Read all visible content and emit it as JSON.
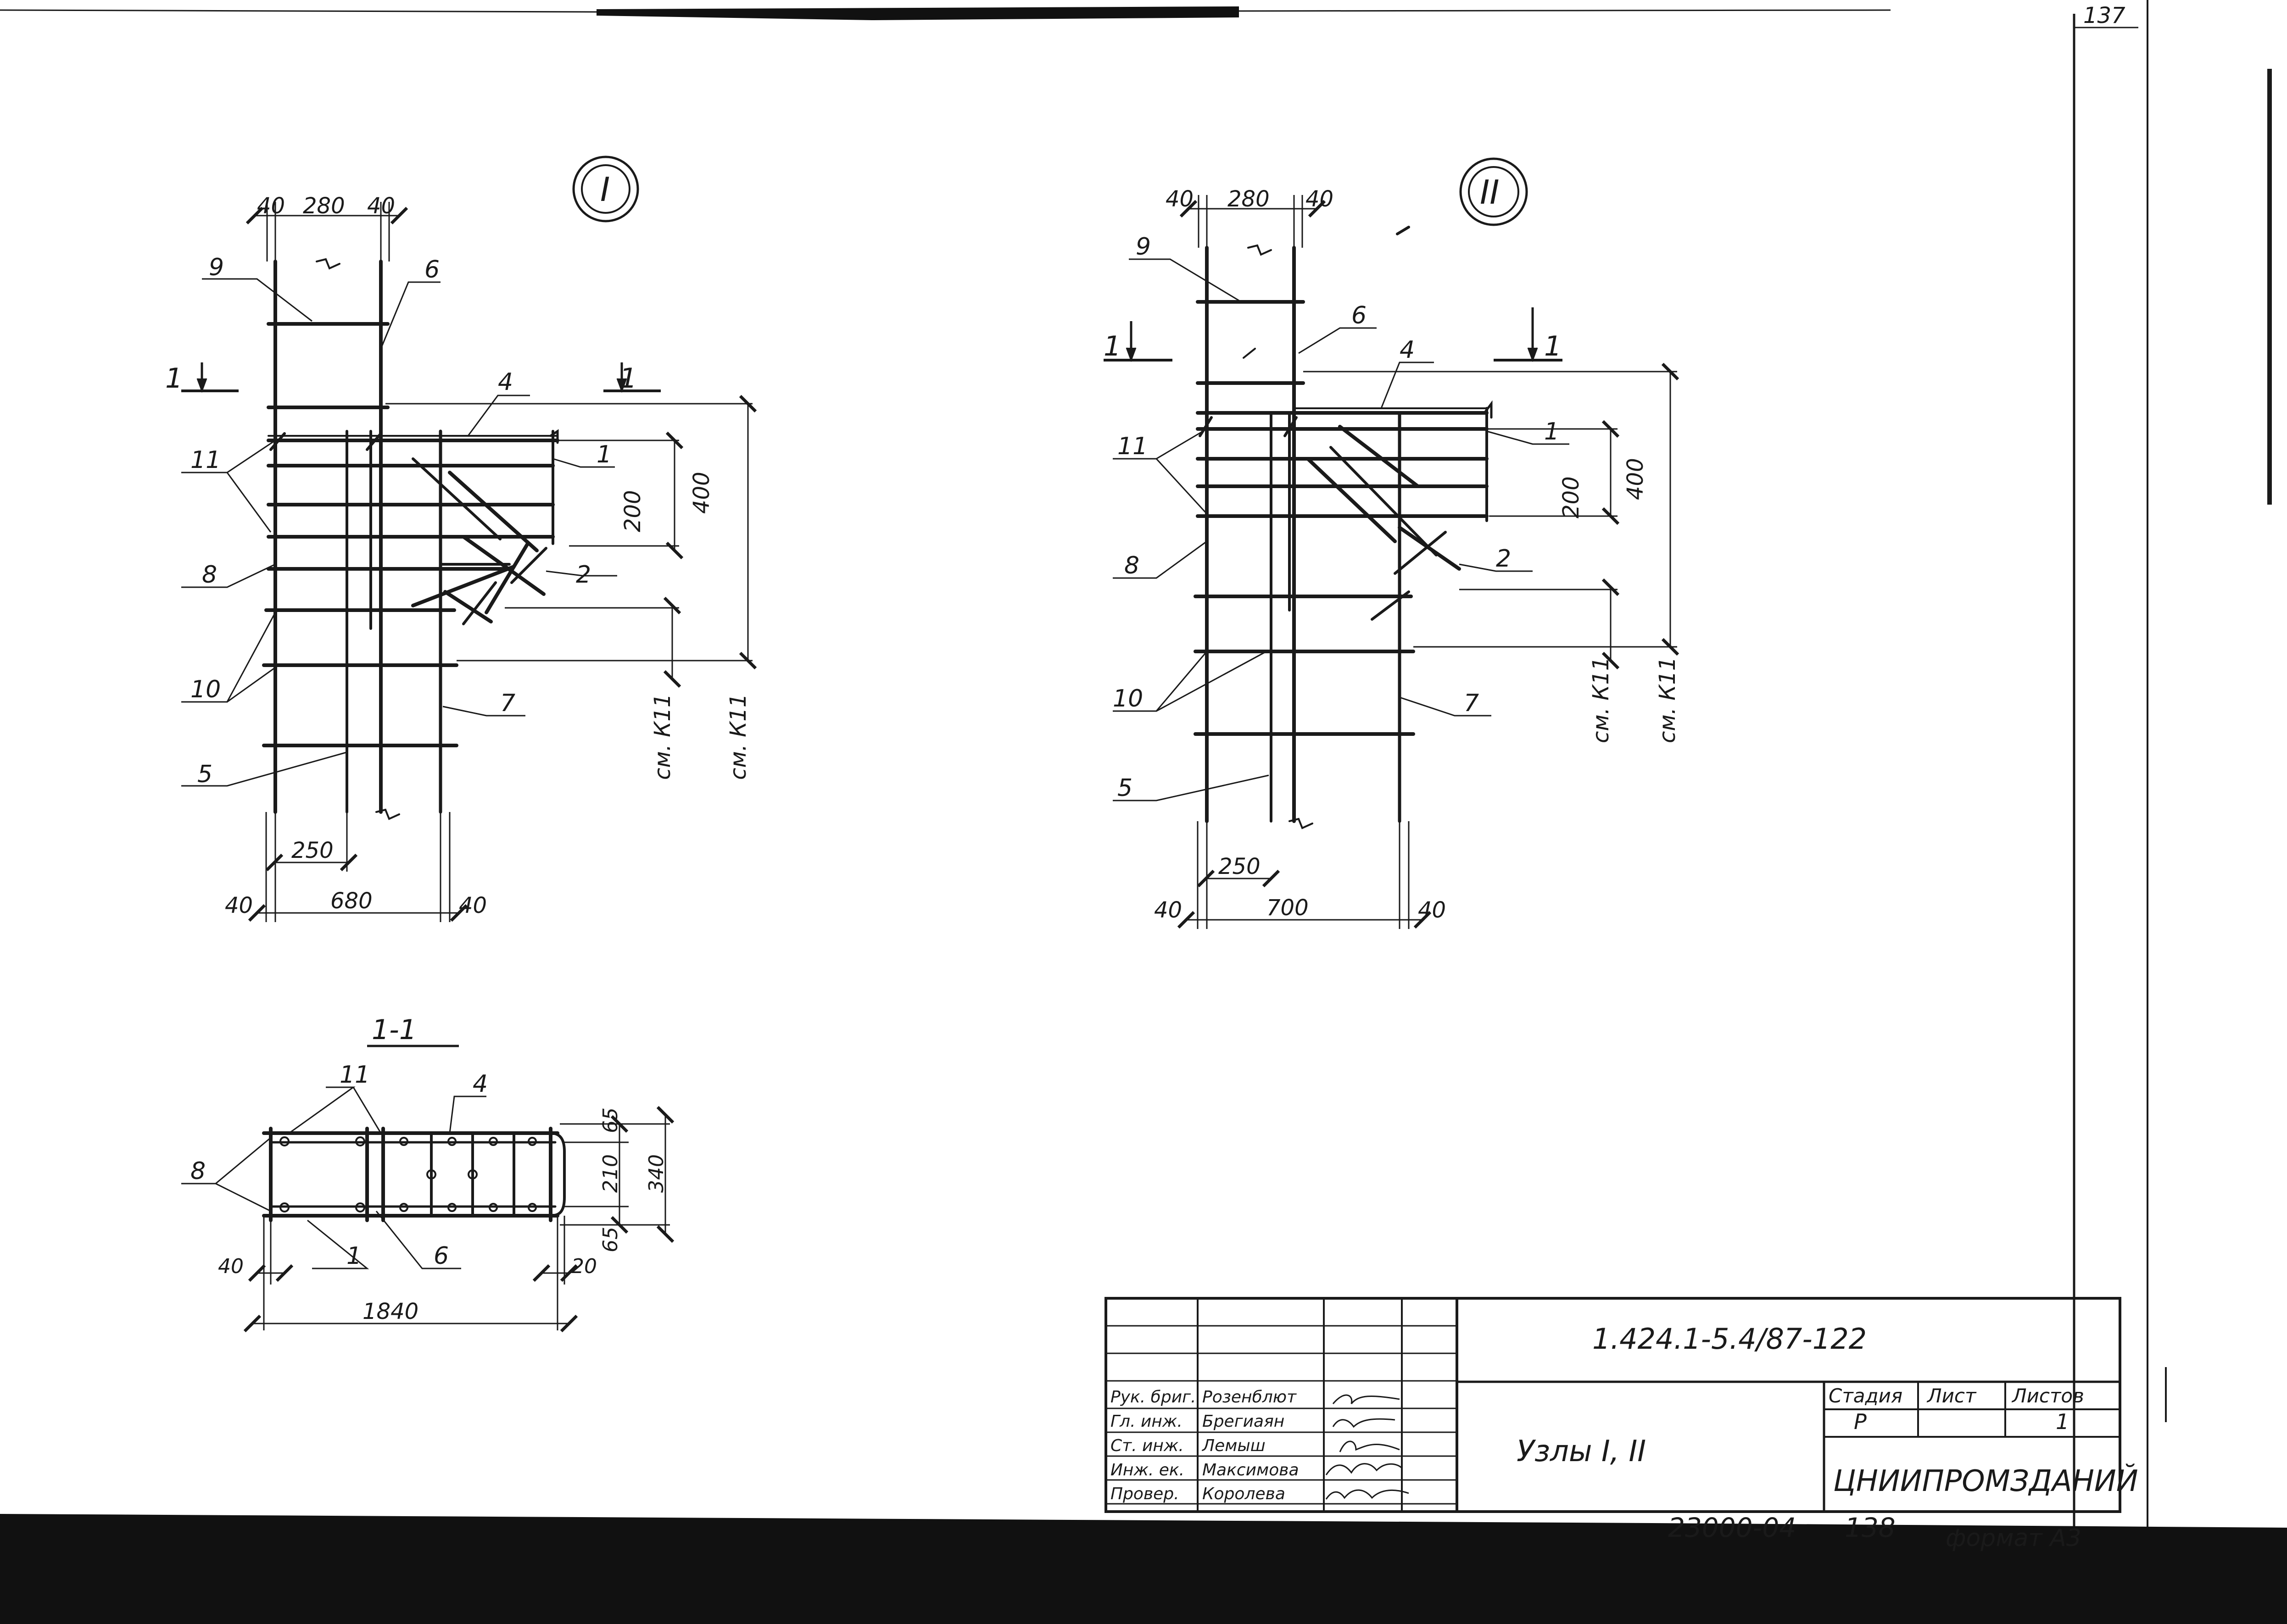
{
  "sheet": {
    "corner_mark": "137",
    "page_number": "138",
    "archive_number": "23000-04",
    "format": "формат А3",
    "colors": {
      "ink": "#1a1a1a",
      "paper": "#ffffff",
      "scan_shadow": "#111111"
    }
  },
  "detail_one": {
    "marker": "I",
    "top_dims": [
      "40",
      "280",
      "40"
    ],
    "bottom_dims": [
      "250",
      "40",
      "680",
      "40"
    ],
    "side_dims": [
      "400",
      "200"
    ],
    "ref_near": "см. К11",
    "ref_far": "см. К11",
    "section_marks": [
      "1",
      "1"
    ],
    "callouts": [
      "9",
      "6",
      "4",
      "1",
      "11",
      "2",
      "8",
      "10",
      "7",
      "5"
    ]
  },
  "detail_two": {
    "marker": "II",
    "top_dims": [
      "40",
      "280",
      "40"
    ],
    "bottom_dims": [
      "250",
      "40",
      "700",
      "40"
    ],
    "side_dims": [
      "400",
      "200"
    ],
    "ref_near": "см. К11",
    "ref_far": "см. К11",
    "section_marks": [
      "1",
      "1"
    ],
    "callouts": [
      "9",
      "6",
      "4",
      "1",
      "11",
      "2",
      "8",
      "10",
      "7",
      "5"
    ]
  },
  "section": {
    "title": "1-1",
    "callouts": [
      "11",
      "4",
      "8",
      "1",
      "6"
    ],
    "right_dims": [
      "65",
      "210",
      "65",
      "340"
    ],
    "bottom_dims": [
      "40",
      "20",
      "1840"
    ]
  },
  "title_block": {
    "code": "1.424.1-5.4/87-122",
    "title": "Узлы I, II",
    "organization": "ЦНИИПРОМЗДАНИЙ",
    "stage_header": "Стадия",
    "sheet_header": "Лист",
    "sheets_header": "Листов",
    "stage_value": "Р",
    "sheets_value": "1",
    "roles": [
      {
        "role": "Рук. бриг.",
        "name": "Розенблют"
      },
      {
        "role": "Гл. инж.",
        "name": "Брегиаян"
      },
      {
        "role": "Ст. инж.",
        "name": "Лемыш"
      },
      {
        "role": "Инж. ек.",
        "name": "Максимова"
      },
      {
        "role": "Провер.",
        "name": "Королева"
      }
    ]
  }
}
